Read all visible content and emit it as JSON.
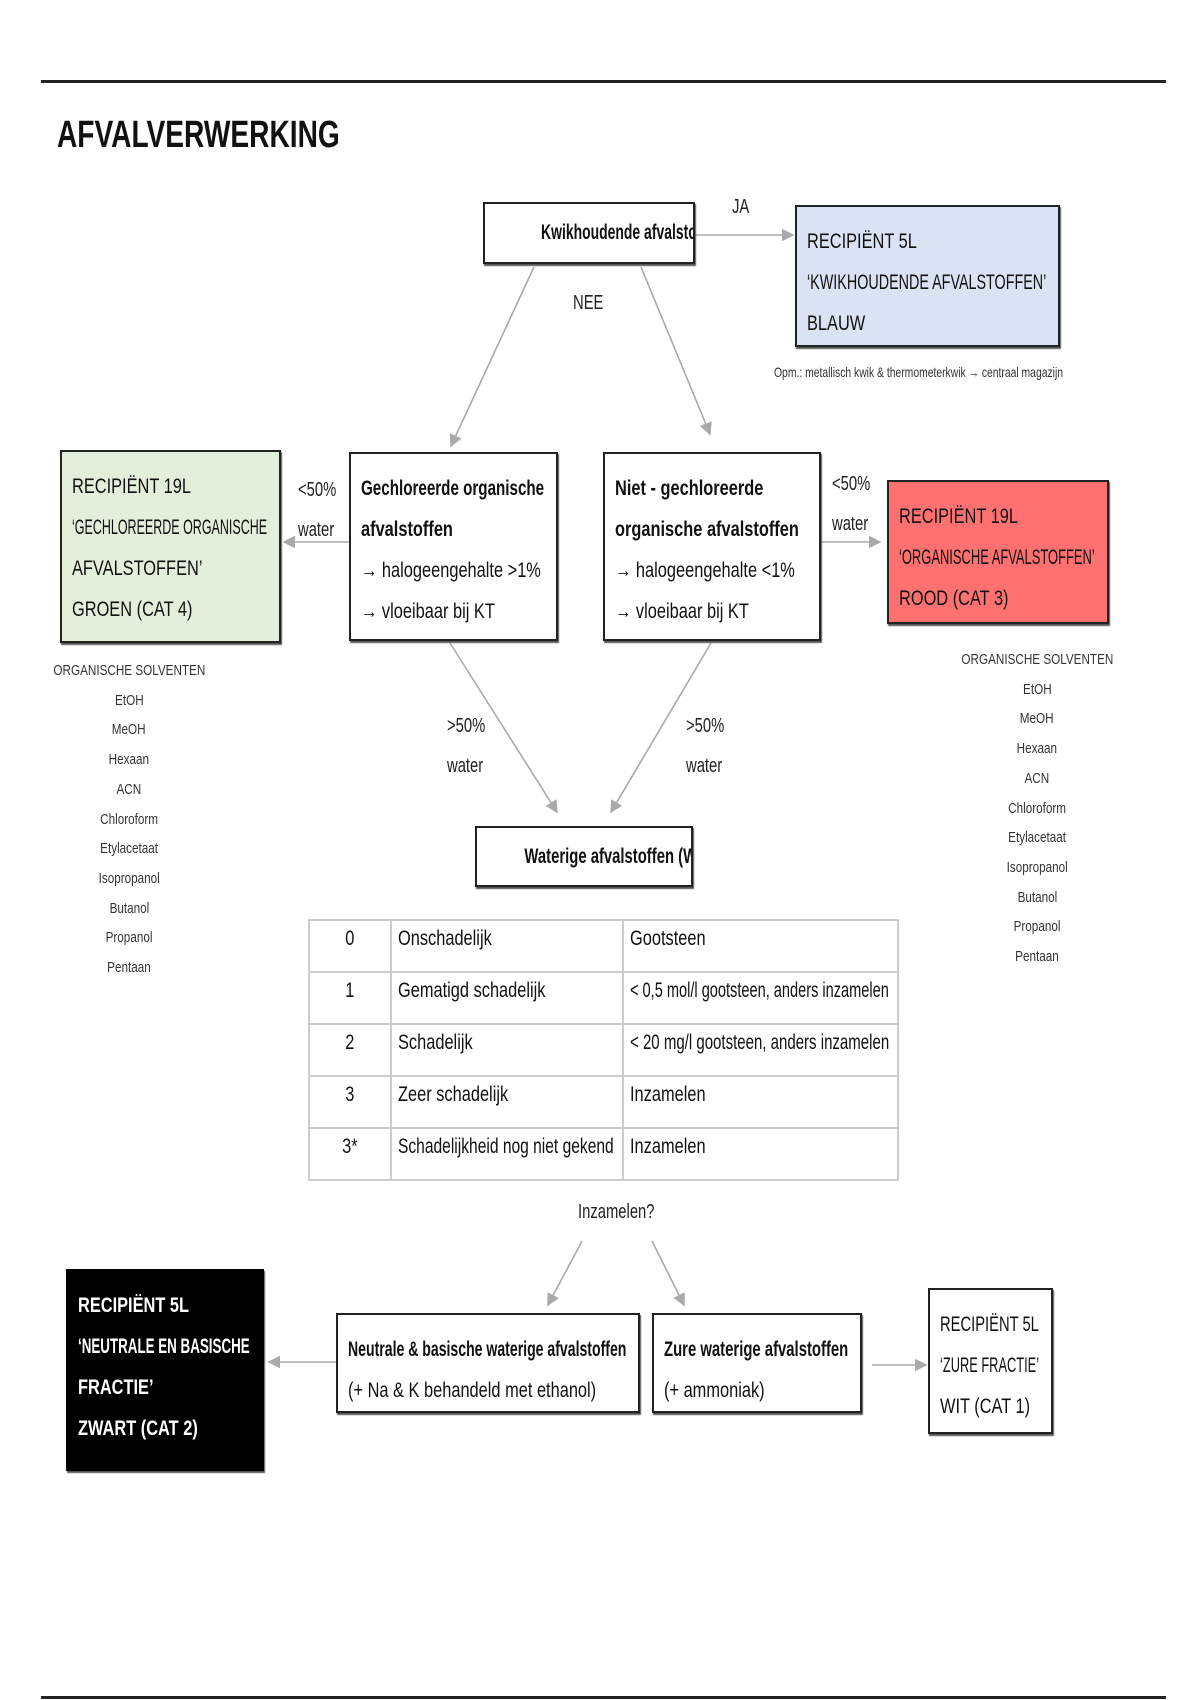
{
  "title": "AFVALVERWERKING",
  "colors": {
    "blue": "#dae3f3",
    "green": "#e2efda",
    "red": "#ff7171",
    "black": "#000000",
    "arrow": "#aaaaaa"
  },
  "kwik_question": "Kwikhoudende afvalstoffen?",
  "ja_label": "JA",
  "nee_label": "NEE",
  "blue_box": [
    "RECIPIËNT 5L",
    "‘KWIKHOUDENDE AFVALSTOFFEN’",
    "BLAUW"
  ],
  "note": "Opm.: metallisch kwik & thermometerkwik → centraal magazijn",
  "green_box": [
    "RECIPIËNT 19L",
    "‘GECHLOREERDE ORGANISCHE",
    "AFVALSTOFFEN’",
    "GROEN (CAT 4)"
  ],
  "chlorinated_box": {
    "title": [
      "Gechloreerde organische",
      "afvalstoffen"
    ],
    "lines": [
      "→ halogeengehalte >1%",
      "→ vloeibaar bij KT"
    ]
  },
  "non_chlorinated_box": {
    "title": [
      "Niet - gechloreerde",
      "organische afvalstoffen"
    ],
    "lines": [
      "→ halogeengehalte <1%",
      "→ vloeibaar bij KT"
    ]
  },
  "red_box": [
    "RECIPIËNT 19L",
    "‘ORGANISCHE AFVALSTOFFEN’",
    "ROOD (CAT 3)"
  ],
  "lt50_left": [
    "<50%",
    "water"
  ],
  "lt50_right": [
    "<50%",
    "water"
  ],
  "gt50_left": [
    ">50%",
    "water"
  ],
  "gt50_right": [
    ">50%",
    "water"
  ],
  "solvents_left": {
    "title": "ORGANISCHE SOLVENTEN",
    "items": [
      "EtOH",
      "MeOH",
      "Hexaan",
      "ACN",
      "Chloroform",
      "Etylacetaat",
      "Isopropanol",
      "Butanol",
      "Propanol",
      "Pentaan"
    ]
  },
  "solvents_right": {
    "title": "ORGANISCHE SOLVENTEN",
    "items": [
      "EtOH",
      "MeOH",
      "Hexaan",
      "ACN",
      "Chloroform",
      "Etylacetaat",
      "Isopropanol",
      "Butanol",
      "Propanol",
      "Pentaan"
    ]
  },
  "wgk_box": "Waterige afvalstoffen (WGK)",
  "wgk_table": [
    [
      "0",
      "Onschadelijk",
      "Gootsteen"
    ],
    [
      "1",
      "Gematigd schadelijk",
      "< 0,5 mol/l gootsteen, anders inzamelen"
    ],
    [
      "2",
      "Schadelijk",
      "< 20 mg/l gootsteen, anders inzamelen"
    ],
    [
      "3",
      "Zeer schadelijk",
      "Inzamelen"
    ],
    [
      "3*",
      "Schadelijkheid nog niet gekend",
      "Inzamelen"
    ]
  ],
  "inzamelen_question": "Inzamelen?",
  "black_box": [
    "RECIPIËNT 5L",
    "‘NEUTRALE EN BASISCHE",
    "FRACTIE’",
    "ZWART (CAT 2)"
  ],
  "neutral_box": {
    "title": "Neutrale & basische waterige afvalstoffen",
    "line": "(+ Na & K behandeld met ethanol)"
  },
  "acid_box": {
    "title": "Zure waterige afvalstoffen",
    "line": "(+ ammoniak)"
  },
  "white_box": [
    "RECIPIËNT 5L",
    "‘ZURE FRACTIE’",
    "WIT (CAT 1)"
  ]
}
